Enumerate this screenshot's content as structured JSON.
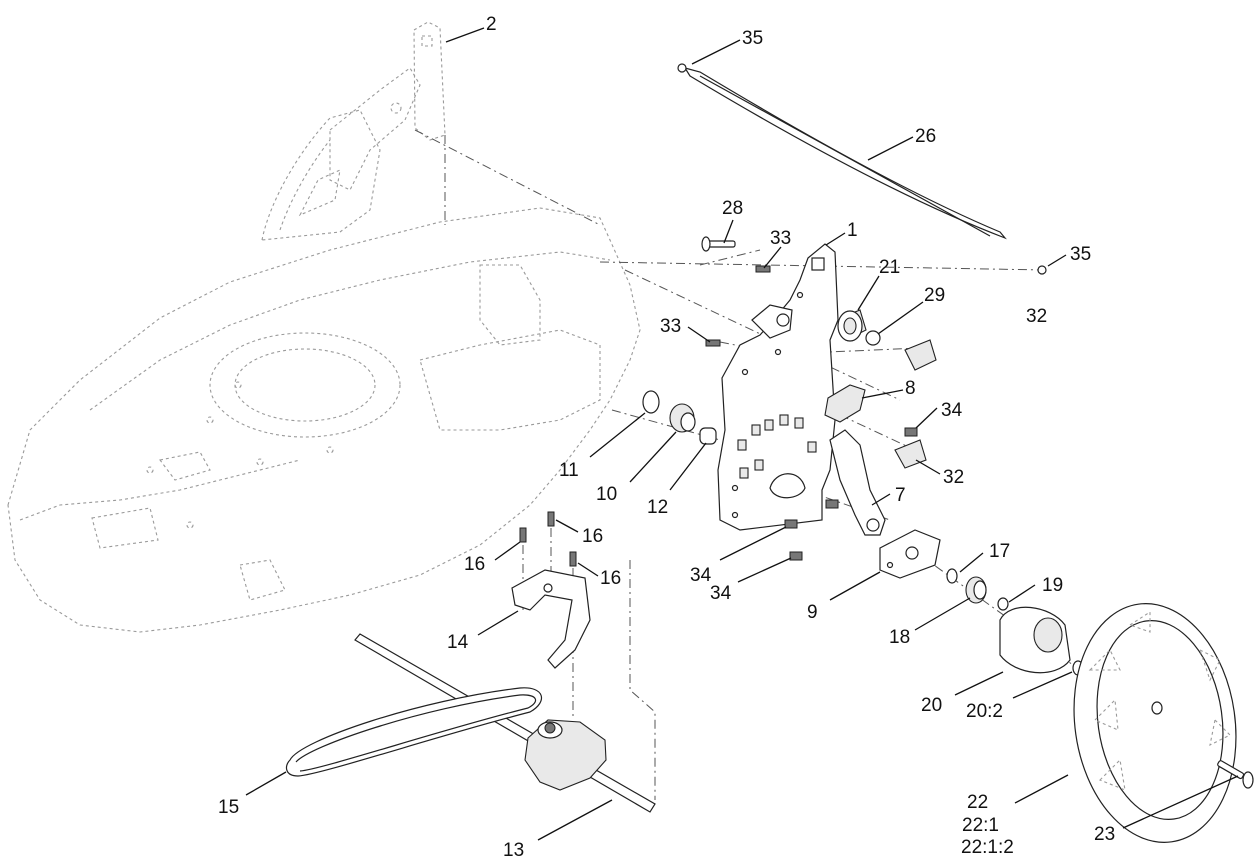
{
  "callouts": [
    {
      "id": "c2",
      "label": "2"
    },
    {
      "id": "c35a",
      "label": "35"
    },
    {
      "id": "c26",
      "label": "26"
    },
    {
      "id": "c35b",
      "label": "35"
    },
    {
      "id": "c32a",
      "label": "32"
    },
    {
      "id": "c28",
      "label": "28"
    },
    {
      "id": "c33a",
      "label": "33"
    },
    {
      "id": "c1",
      "label": "1"
    },
    {
      "id": "c21",
      "label": "21"
    },
    {
      "id": "c29",
      "label": "29"
    },
    {
      "id": "c33b",
      "label": "33"
    },
    {
      "id": "c8",
      "label": "8"
    },
    {
      "id": "c34a",
      "label": "34"
    },
    {
      "id": "c32b",
      "label": "32"
    },
    {
      "id": "c11",
      "label": "11"
    },
    {
      "id": "c10",
      "label": "10"
    },
    {
      "id": "c12",
      "label": "12"
    },
    {
      "id": "c7",
      "label": "7"
    },
    {
      "id": "c16a",
      "label": "16"
    },
    {
      "id": "c16b",
      "label": "16"
    },
    {
      "id": "c16c",
      "label": "16"
    },
    {
      "id": "c17",
      "label": "17"
    },
    {
      "id": "c34b",
      "label": "34"
    },
    {
      "id": "c34c",
      "label": "34"
    },
    {
      "id": "c19",
      "label": "19"
    },
    {
      "id": "c9",
      "label": "9"
    },
    {
      "id": "c14",
      "label": "14"
    },
    {
      "id": "c18",
      "label": "18"
    },
    {
      "id": "c20",
      "label": "20"
    },
    {
      "id": "c20_2",
      "label": "20:2"
    },
    {
      "id": "c15",
      "label": "15"
    },
    {
      "id": "c22",
      "label": "22"
    },
    {
      "id": "c22_1",
      "label": "22:1"
    },
    {
      "id": "c22_1_2",
      "label": "22:1:2"
    },
    {
      "id": "c23",
      "label": "23"
    },
    {
      "id": "c13",
      "label": "13"
    }
  ]
}
